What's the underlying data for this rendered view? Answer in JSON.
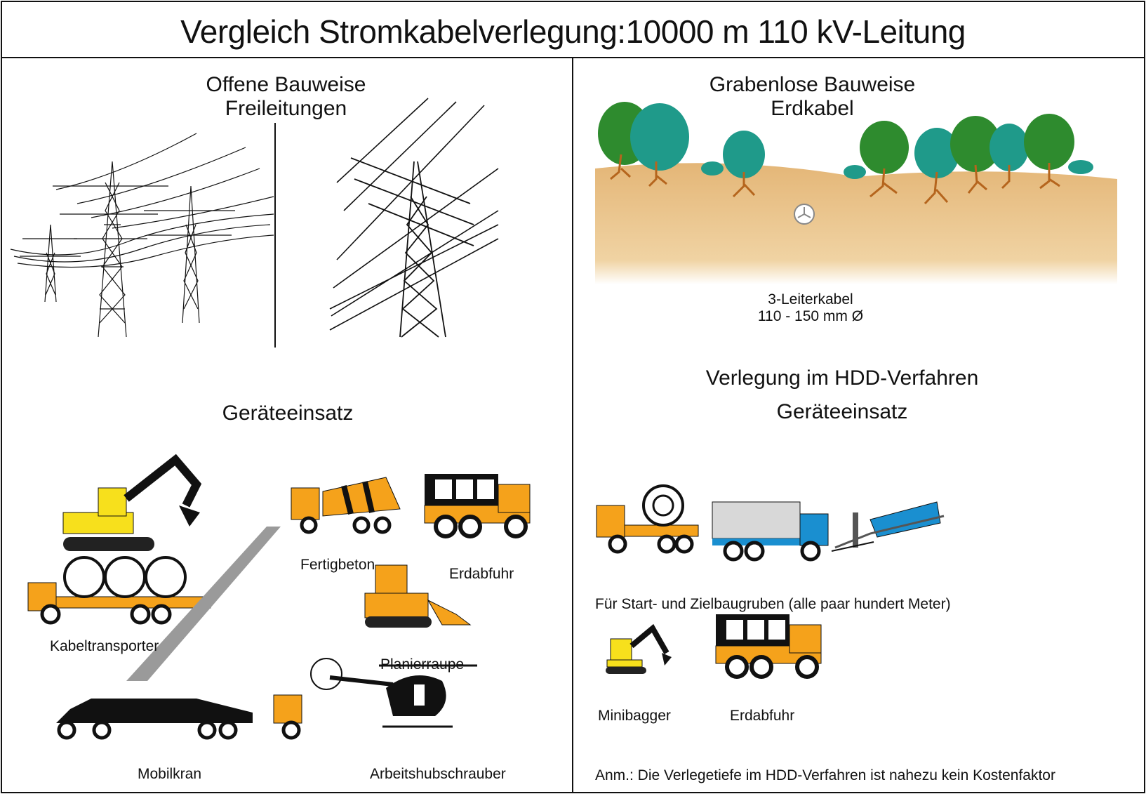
{
  "title": "Vergleich Stromkabelverlegung:10000 m 110 kV-Leitung",
  "left": {
    "heading_line1": "Offene Bauweise",
    "heading_line2": "Freileitungen",
    "equipment_heading": "Geräteeinsatz",
    "equipment": {
      "fertigbeton": "Fertigbeton",
      "erdabfuhr": "Erdabfuhr",
      "kabeltransporter": "Kabeltransporter",
      "planierraupe": "Planierraupe",
      "mobilkran": "Mobilkran",
      "arbeitshubschrauber": "Arbeitshubschrauber"
    }
  },
  "right": {
    "heading_line1": "Grabenlose Bauweise",
    "heading_line2": "Erdkabel",
    "cable_label_line1": "3-Leiterkabel",
    "cable_label_line2": "110 - 150 mm Ø",
    "hdd_heading": "Verlegung im HDD-Verfahren",
    "equipment_heading": "Geräteeinsatz",
    "pits_note": "Für Start- und Zielbaugruben (alle paar hundert Meter)",
    "equipment": {
      "minibagger": "Minibagger",
      "erdabfuhr": "Erdabfuhr"
    },
    "footnote": "Anm.: Die Verlegetiefe im HDD-Verfahren ist nahezu kein Kostenfaktor"
  },
  "colors": {
    "border": "#111111",
    "machine_orange": "#f5a21b",
    "machine_yellow": "#f7e01c",
    "soil": "#e6c48a",
    "tree_green": "#2e8b2e",
    "tree_teal": "#1f9a8a",
    "root_brown": "#b5651d",
    "truck_blue": "#1a8fd0",
    "crane_grey": "#9a9a9a"
  }
}
